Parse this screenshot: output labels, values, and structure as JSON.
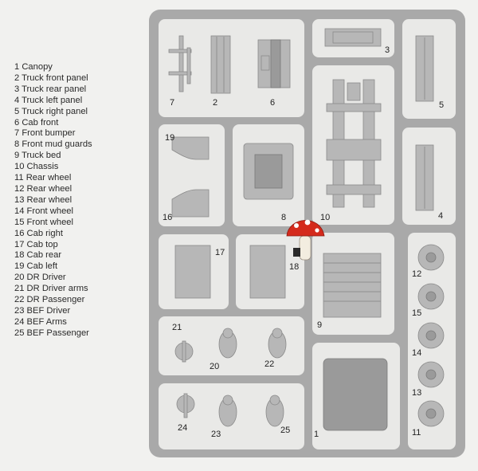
{
  "parts_list": [
    "1 Canopy",
    "2 Truck front panel",
    "3 Truck rear panel",
    "4 Truck left panel",
    "5 Truck right panel",
    "6 Cab front",
    "7 Front bumper",
    "8 Front mud guards",
    "9 Truck bed",
    "10 Chassis",
    "11 Rear wheel",
    "12 Rear wheel",
    "13 Rear wheel",
    "14 Front wheel",
    "15 Front wheel",
    "16 Cab right",
    "17 Cab top",
    "18 Cab rear",
    "19 Cab left",
    "20 DR Driver",
    "21 DR Driver arms",
    "22 DR Passenger",
    "23 BEF Driver",
    "24 BEF Arms",
    "25 BEF Passenger"
  ],
  "sprue_numbers": {
    "p1": "1",
    "p2": "2",
    "p3": "3",
    "p4": "4",
    "p5": "5",
    "p6": "6",
    "p7": "7",
    "p8": "8",
    "p9": "9",
    "p10": "10",
    "p11": "11",
    "p12": "12",
    "p13": "13",
    "p14": "14",
    "p15": "15",
    "p16": "16",
    "p17": "17",
    "p18": "18",
    "p19": "19",
    "p20": "20",
    "p21": "21",
    "p22": "22",
    "p23": "23",
    "p24": "24",
    "p25": "25"
  },
  "colors": {
    "sprue_frame": "#a9a9a9",
    "part_grey": "#b7b7b7",
    "mushroom_red": "#d42a1c"
  },
  "icons": [
    "mushroom-sticker-icon"
  ]
}
